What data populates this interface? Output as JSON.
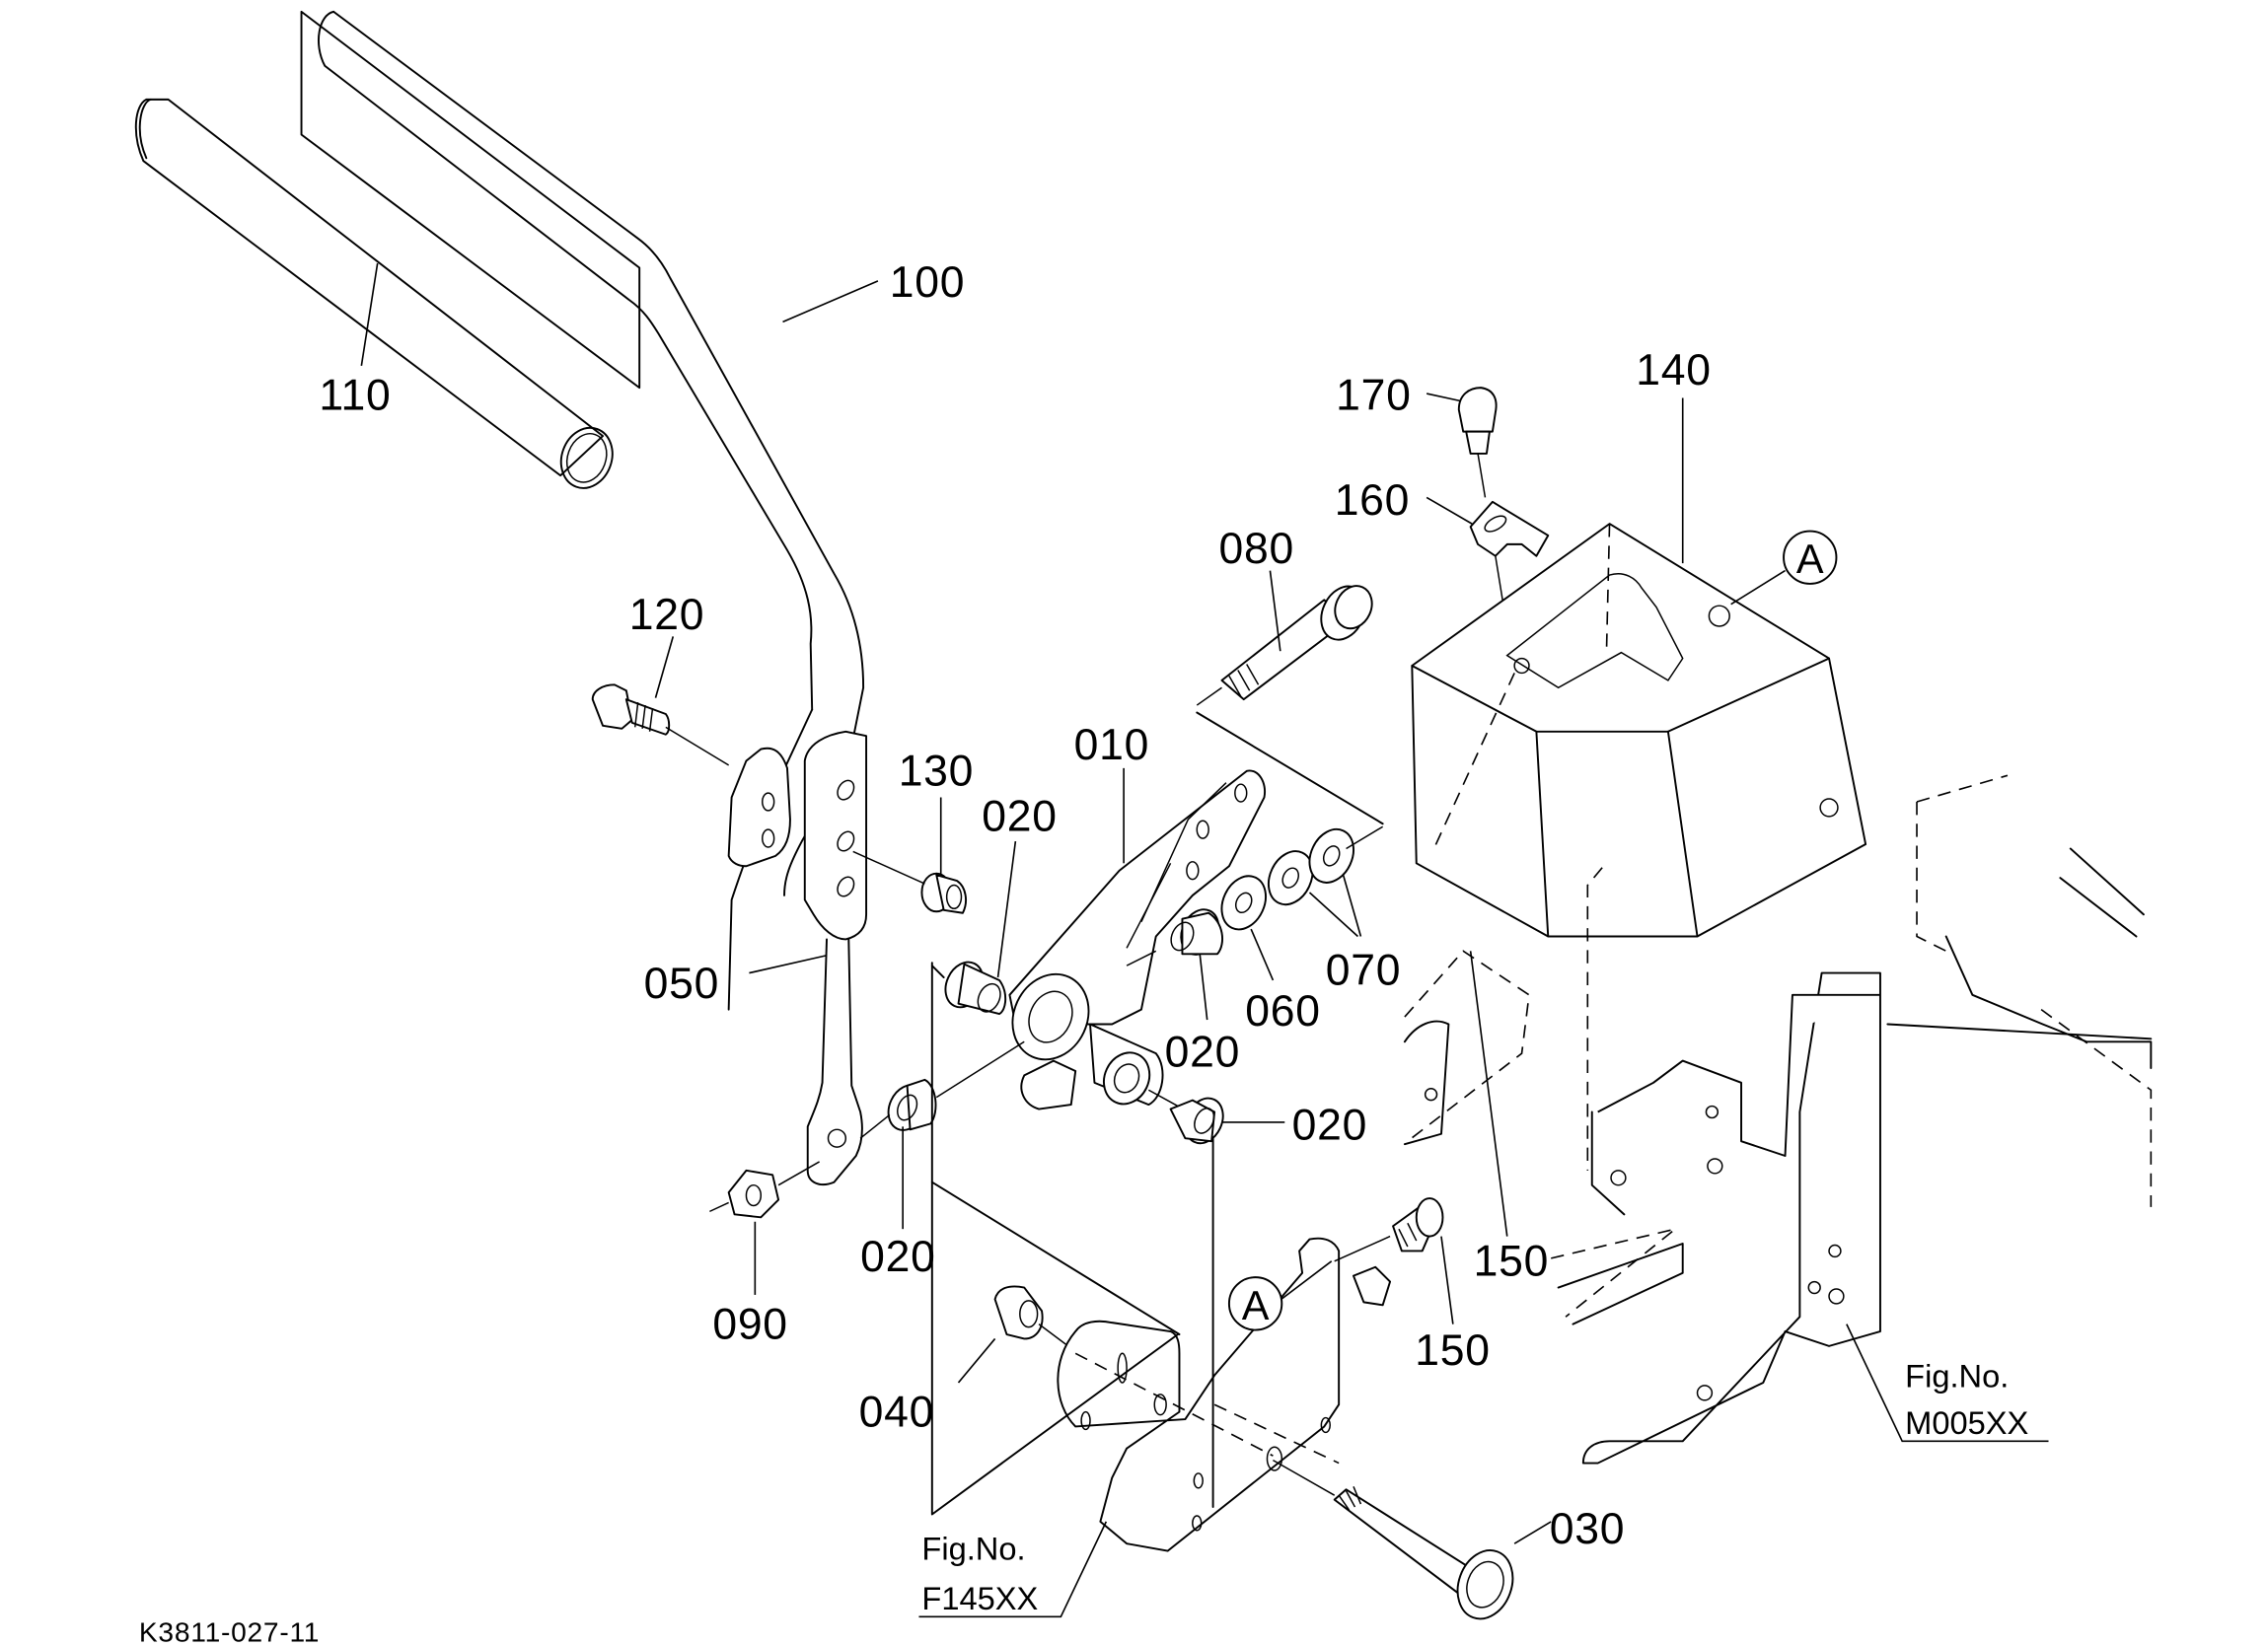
{
  "diagram": {
    "title": "Exploded parts diagram - lever assembly",
    "drawing_code": "K3811-027-11",
    "part_labels": [
      {
        "id": "110",
        "text": "110",
        "part": "grip"
      },
      {
        "id": "100",
        "text": "100",
        "part": "lever"
      },
      {
        "id": "120",
        "text": "120",
        "part": "bolt"
      },
      {
        "id": "130",
        "text": "130",
        "part": "nut"
      },
      {
        "id": "020a",
        "text": "020",
        "part": "bushing"
      },
      {
        "id": "010",
        "text": "010",
        "part": "lever-holder"
      },
      {
        "id": "050",
        "text": "050",
        "part": "rod"
      },
      {
        "id": "020b",
        "text": "020",
        "part": "bushing"
      },
      {
        "id": "060",
        "text": "060",
        "part": "washer"
      },
      {
        "id": "070",
        "text": "070",
        "part": "washer"
      },
      {
        "id": "020c",
        "text": "020",
        "part": "bushing"
      },
      {
        "id": "020d",
        "text": "020",
        "part": "bushing"
      },
      {
        "id": "090",
        "text": "090",
        "part": "nut"
      },
      {
        "id": "040",
        "text": "040",
        "part": "nut"
      },
      {
        "id": "150a",
        "text": "150",
        "part": "bolt"
      },
      {
        "id": "150b",
        "text": "150",
        "part": "bolt"
      },
      {
        "id": "030",
        "text": "030",
        "part": "bolt"
      },
      {
        "id": "170",
        "text": "170",
        "part": "bolt"
      },
      {
        "id": "160",
        "text": "160",
        "part": "clamp"
      },
      {
        "id": "140",
        "text": "140",
        "part": "cover"
      },
      {
        "id": "080",
        "text": "080",
        "part": "bolt"
      }
    ],
    "reference_markers": [
      {
        "id": "A-upper",
        "letter": "A"
      },
      {
        "id": "A-lower",
        "letter": "A"
      }
    ],
    "figure_refs": [
      {
        "id": "fig-m005",
        "caption": "Fig.No.",
        "code": "M005XX"
      },
      {
        "id": "fig-f145",
        "caption": "Fig.No.",
        "code": "F145XX"
      }
    ]
  }
}
